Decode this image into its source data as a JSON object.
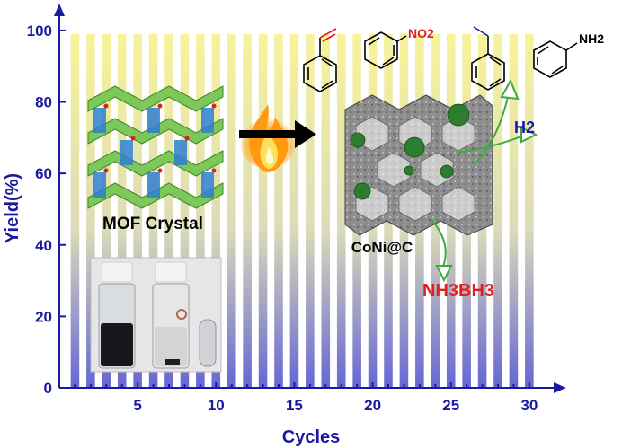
{
  "chart_data": {
    "type": "bar",
    "title": "",
    "xlabel": "Cycles",
    "ylabel": "Yield(%)",
    "xlim": [
      0,
      31.5
    ],
    "ylim": [
      0,
      105
    ],
    "x_ticks": [
      5,
      10,
      15,
      20,
      25,
      30
    ],
    "y_ticks": [
      0,
      20,
      40,
      60,
      80,
      100
    ],
    "grid": false,
    "x": [
      1,
      2,
      3,
      4,
      5,
      6,
      7,
      8,
      9,
      10,
      11,
      12,
      13,
      14,
      15,
      16,
      17,
      18,
      19,
      20,
      21,
      22,
      23,
      24,
      25,
      26,
      27,
      28,
      29,
      30
    ],
    "values": [
      99,
      99,
      99,
      99,
      99,
      99,
      99,
      99,
      99,
      99,
      99,
      99,
      99,
      99,
      99,
      99,
      99,
      99,
      99,
      99,
      99,
      99,
      99,
      99,
      99,
      99,
      99,
      99,
      99,
      99
    ],
    "colors": {
      "bar_top": "#f5f08a",
      "bar_bottom": "#6b6bd6",
      "axis": "#1a1aa0"
    }
  },
  "annotations": {
    "mof_label": "MOF Crystal",
    "catalyst_label": "CoNi@C",
    "nitro_group": "NO2",
    "amine_group": "NH2",
    "hydrogen": "H2",
    "ammonia_borane": "NH3BH3"
  },
  "icons": [
    "mof-crystal-lattice",
    "flame-icon",
    "arrow-right-icon",
    "carbon-framework",
    "vial-photo"
  ]
}
